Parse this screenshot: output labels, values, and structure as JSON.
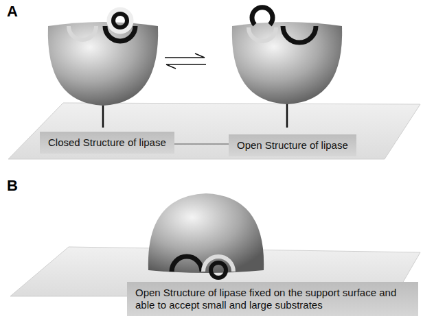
{
  "diagram": {
    "nodes": [
      {
        "text": [
          "Closed Structure of lipase"
        ]
      },
      {
        "text": [
          "Open Structure of lipase"
        ]
      },
      {
        "text": [
          "Open Structure of lipase fixed on the support surface and able to accept small and large substrates"
        ]
      }
    ],
    "edges": [
      {
        "from": 0,
        "to": 1,
        "arrow": "none"
      }
    ],
    "labels": [
      "A",
      "B"
    ]
  }
}
